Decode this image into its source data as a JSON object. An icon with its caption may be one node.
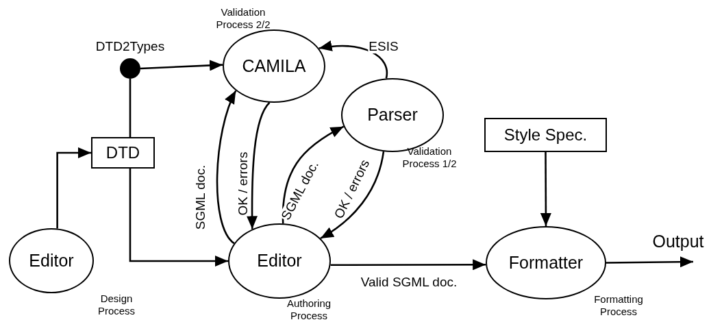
{
  "diagram": {
    "nodes": [
      {
        "text": [
          "Editor"
        ],
        "beside": [
          "Design Process"
        ]
      },
      {
        "text": [
          "DTD"
        ]
      },
      {
        "text": [
          "DTD2Types"
        ]
      },
      {
        "text": [
          "CAMILA"
        ],
        "beside": [
          "Validation Process 2/2"
        ]
      },
      {
        "text": [
          "Parser"
        ],
        "beside": [
          "Validation Process 1/2"
        ]
      },
      {
        "text": [
          "Editor"
        ],
        "beside": [
          "Authoring Process"
        ]
      },
      {
        "text": [
          "Style Spec."
        ]
      },
      {
        "text": [
          "Formatter"
        ],
        "beside": [
          "Formatting Process"
        ]
      }
    ],
    "edges": [
      {
        "from": 0,
        "to": 1,
        "arrow": "to"
      },
      {
        "from": 1,
        "to": 2,
        "arrow": "none"
      },
      {
        "from": 2,
        "to": 3,
        "arrow": "to"
      },
      {
        "from": 1,
        "to": 5,
        "arrow": "to"
      },
      {
        "from": 5,
        "to": 3,
        "arrow": "to",
        "label": "SGML doc."
      },
      {
        "from": 3,
        "to": 5,
        "arrow": "to",
        "label": "OK / errors"
      },
      {
        "from": 5,
        "to": 4,
        "arrow": "to",
        "label": "SGML doc."
      },
      {
        "from": 4,
        "to": 5,
        "arrow": "to",
        "label": "OK / errors"
      },
      {
        "from": 4,
        "to": 3,
        "arrow": "to",
        "label": "ESIS"
      },
      {
        "from": 5,
        "to": 7,
        "arrow": "to",
        "label": "Valid SGML doc."
      },
      {
        "from": 6,
        "to": 7,
        "arrow": "to"
      },
      {
        "from": 7,
        "to": null,
        "arrow": "to",
        "label": "Output"
      }
    ]
  }
}
